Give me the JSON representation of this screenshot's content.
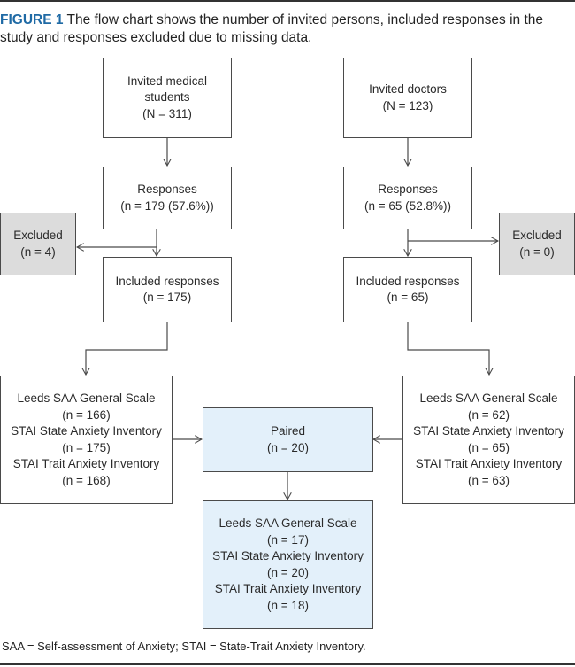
{
  "caption": {
    "figure_label": "FIGURE 1",
    "text": "The flow chart shows the number of invited persons, included responses in the study and responses excluded due to missing data."
  },
  "boxes": {
    "invited_students": [
      "Invited medical",
      "students",
      "(N = 311)"
    ],
    "invited_doctors": [
      "Invited doctors",
      "(N = 123)"
    ],
    "responses_students": [
      "Responses",
      "(n = 179 (57.6%))"
    ],
    "responses_doctors": [
      "Responses",
      "(n = 65 (52.8%))"
    ],
    "excluded_students": [
      "Excluded",
      "(n = 4)"
    ],
    "excluded_doctors": [
      "Excluded",
      "(n = 0)"
    ],
    "included_students": [
      "Included responses",
      "(n = 175)"
    ],
    "included_doctors": [
      "Included responses",
      "(n = 65)"
    ],
    "scales_students": [
      "Leeds SAA General Scale",
      "(n = 166)",
      "STAI State Anxiety Inventory",
      "(n = 175)",
      "STAI Trait Anxiety Inventory",
      "(n = 168)"
    ],
    "scales_doctors": [
      "Leeds SAA General Scale",
      "(n = 62)",
      "STAI State Anxiety Inventory",
      "(n = 65)",
      "STAI Trait Anxiety Inventory",
      "(n = 63)"
    ],
    "paired": [
      "Paired",
      "(n = 20)"
    ],
    "scales_paired": [
      "Leeds SAA General Scale",
      "(n = 17)",
      "STAI State Anxiety Inventory",
      "(n = 20)",
      "STAI Trait Anxiety Inventory",
      "(n = 18)"
    ]
  },
  "footnote": "SAA = Self-assessment of Anxiety; STAI = State-Trait Anxiety Inventory.",
  "colors": {
    "figure_label": "#1f6aa5",
    "excluded_fill": "#dcdcdc",
    "paired_fill": "#e3f0fa",
    "border": "#4a4a4a"
  }
}
